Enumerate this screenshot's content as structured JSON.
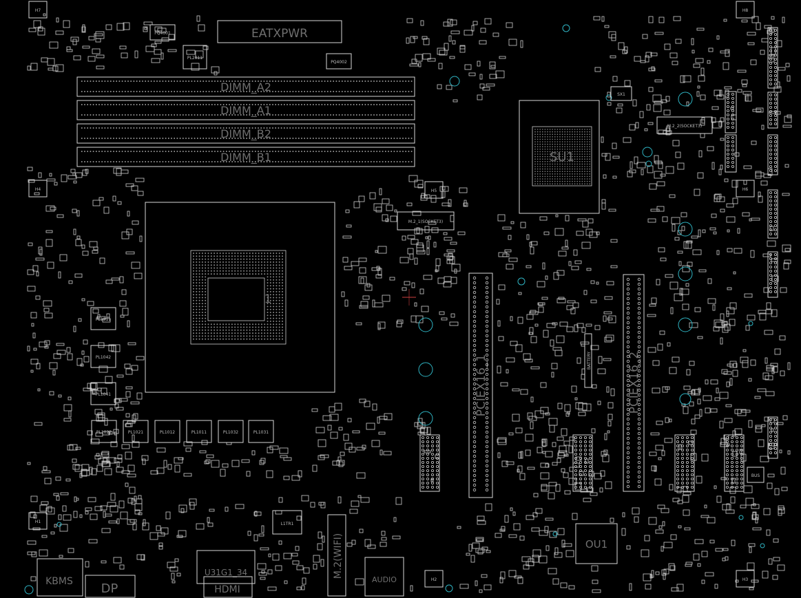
{
  "colors": {
    "background": "#000000",
    "outline": "#d8d8d8",
    "label": "#6f6f6f",
    "accent": "#2fb5c4",
    "marker": "#d04040"
  },
  "labels": {
    "eatxpwr": "EATXPWR",
    "dimm_a2": "DIMM_A2",
    "dimm_a1": "DIMM_A1",
    "dimm_b2": "DIMM_B2",
    "dimm_b1": "DIMM_B1",
    "cpu": "1",
    "su1": "SU1",
    "sx1": "SX1",
    "m2_2": "M.2_2(SOCKET3)",
    "m2_1": "M.2_1(SOCKET3)",
    "pciex16_1": "PCIEX16_1",
    "pciex16_2": "PCIEX16_2",
    "m2_wifi": "M.2(WIFI)",
    "ou1": "OU1",
    "l1tr1": "L1TR1",
    "u31g1": "U31G1_34",
    "hdmi": "HDMI",
    "dp": "DP",
    "kbms": "KBMS",
    "audio": "AUDIO",
    "bus": "BUS",
    "battery": "BATTERY",
    "pq4001": "PQ4001",
    "pq4002": "PQ4002",
    "pl2011": "PL2011",
    "pl1311": "PL1311",
    "pl1042": "PL1042",
    "pl1041": "PL1041",
    "pl1022": "PL1022",
    "pl1021": "PL1021",
    "pl1012": "PL1012",
    "pl1011": "PL1011",
    "pl1032": "PL1032",
    "pl1031": "PL1031",
    "h1": "H1",
    "h2": "H2",
    "h3": "H3",
    "h4": "H4",
    "h5": "H5",
    "h6": "H6",
    "h7": "H7",
    "h8": "H8"
  }
}
